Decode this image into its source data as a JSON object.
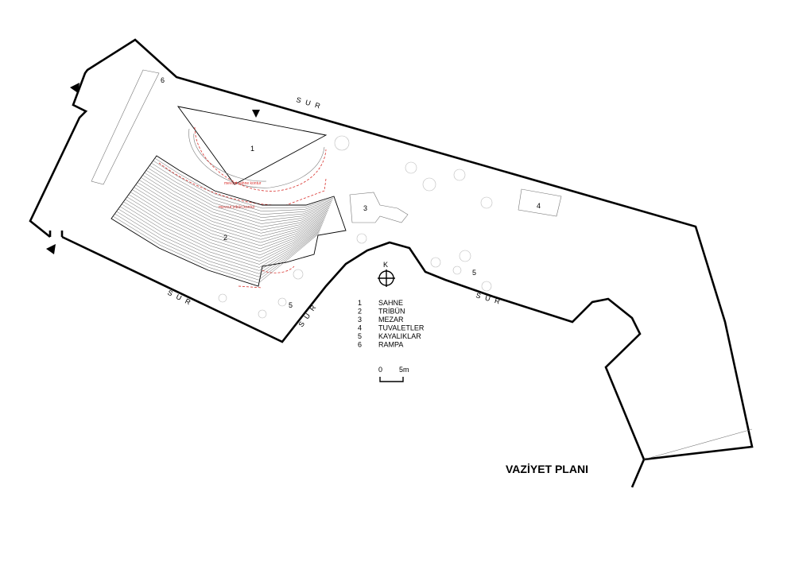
{
  "title": "VAZİYET PLANI",
  "wall_label": "SUR",
  "compass_letter": "K",
  "numbers": {
    "n1": "1",
    "n2": "2",
    "n3": "3",
    "n4": "4",
    "n5a": "5",
    "n5b": "5",
    "n6": "6"
  },
  "legend": [
    {
      "num": "1",
      "text": "SAHNE"
    },
    {
      "num": "2",
      "text": "TRİBÜN"
    },
    {
      "num": "3",
      "text": "MEZAR"
    },
    {
      "num": "4",
      "text": "TUVALETLER"
    },
    {
      "num": "5",
      "text": "KAYALIKLAR"
    },
    {
      "num": "6",
      "text": "RAMPA"
    }
  ],
  "scale": {
    "start": "0",
    "end": "5m"
  },
  "red_notes": {
    "upper": "mevcut sahne kontur",
    "lower": "mevcut tribün kontur"
  },
  "colors": {
    "line": "#000000",
    "annotation": "#d9322e"
  }
}
